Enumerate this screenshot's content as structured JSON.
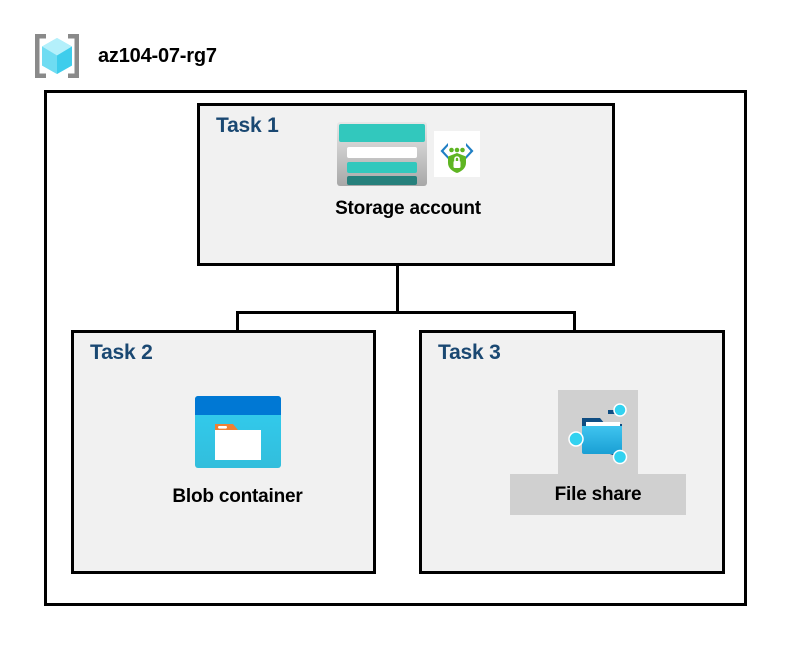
{
  "resource_group": {
    "name": "az104-07-rg7",
    "icon": "resource-group-cube-icon"
  },
  "tasks": [
    {
      "id": "task-1",
      "label": "Task 1",
      "node": {
        "caption": "Storage account",
        "icon": "storage-account-icon",
        "secondary_icon": "storage-security-shield-icon"
      }
    },
    {
      "id": "task-2",
      "label": "Task 2",
      "node": {
        "caption": "Blob container",
        "icon": "blob-container-icon"
      }
    },
    {
      "id": "task-3",
      "label": "Task 3",
      "node": {
        "caption": "File share",
        "icon": "file-share-icon",
        "highlighted": true
      }
    }
  ],
  "colors": {
    "task_label": "#1a4872",
    "task_box_fill": "#f1f1f1",
    "border": "#000000",
    "highlight": "#d0d0d0",
    "storage_teal": "#32c8bd",
    "storage_teal_dark": "#26807c",
    "blob_blue": "#0078d4",
    "blob_cyan": "#32c8ef",
    "blob_orange": "#f08033",
    "fileshare_blue": "#32b4e6",
    "fileshare_node_cyan": "#32d2f0",
    "shield_green": "#5eb522",
    "bracket_blue": "#1f7fc4",
    "cube_cyan": "#7fe1f5",
    "bracket_gray": "#8a8a8a"
  }
}
